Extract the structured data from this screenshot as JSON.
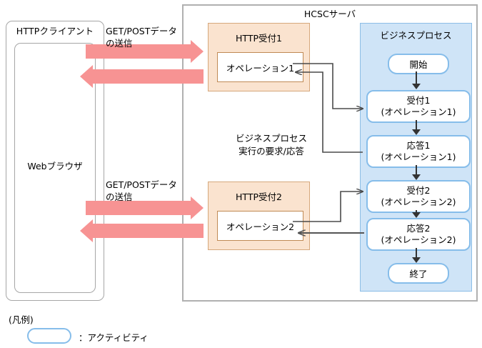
{
  "client": {
    "title": "HTTPクライアント",
    "browser_label": "Webブラウザ"
  },
  "server": {
    "title": "HCSCサーバ"
  },
  "reception": [
    {
      "title": "HTTP受付1",
      "operation": "オペレーション1"
    },
    {
      "title": "HTTP受付2",
      "operation": "オペレーション2"
    }
  ],
  "flows": {
    "upper_label": "GET/POSTデータ\nの送信",
    "lower_label": "GET/POSTデータ\nの送信",
    "middle_label": "ビジネスプロセス\n実行の要求/応答"
  },
  "business_process": {
    "title": "ビジネスプロセス",
    "start": "開始",
    "end": "終了",
    "activities": [
      {
        "line1": "受付1",
        "line2": "(オペレーション1)"
      },
      {
        "line1": "応答1",
        "line2": "(オペレーション1)"
      },
      {
        "line1": "受付2",
        "line2": "(オペレーション2)"
      },
      {
        "line1": "応答2",
        "line2": "(オペレーション2)"
      }
    ]
  },
  "legend": {
    "title": "(凡例)",
    "activity_text": "：アクティビティ"
  },
  "colors": {
    "pink_arrow": "#f79393",
    "reception_fill": "#fae3cf",
    "reception_border": "#d6a87c",
    "bp_fill": "#cfe4f7",
    "bp_border": "#8cbde6",
    "activity_border": "#86bdea",
    "outline_gray": "#a6a6a6",
    "connector_gray": "#333333"
  }
}
